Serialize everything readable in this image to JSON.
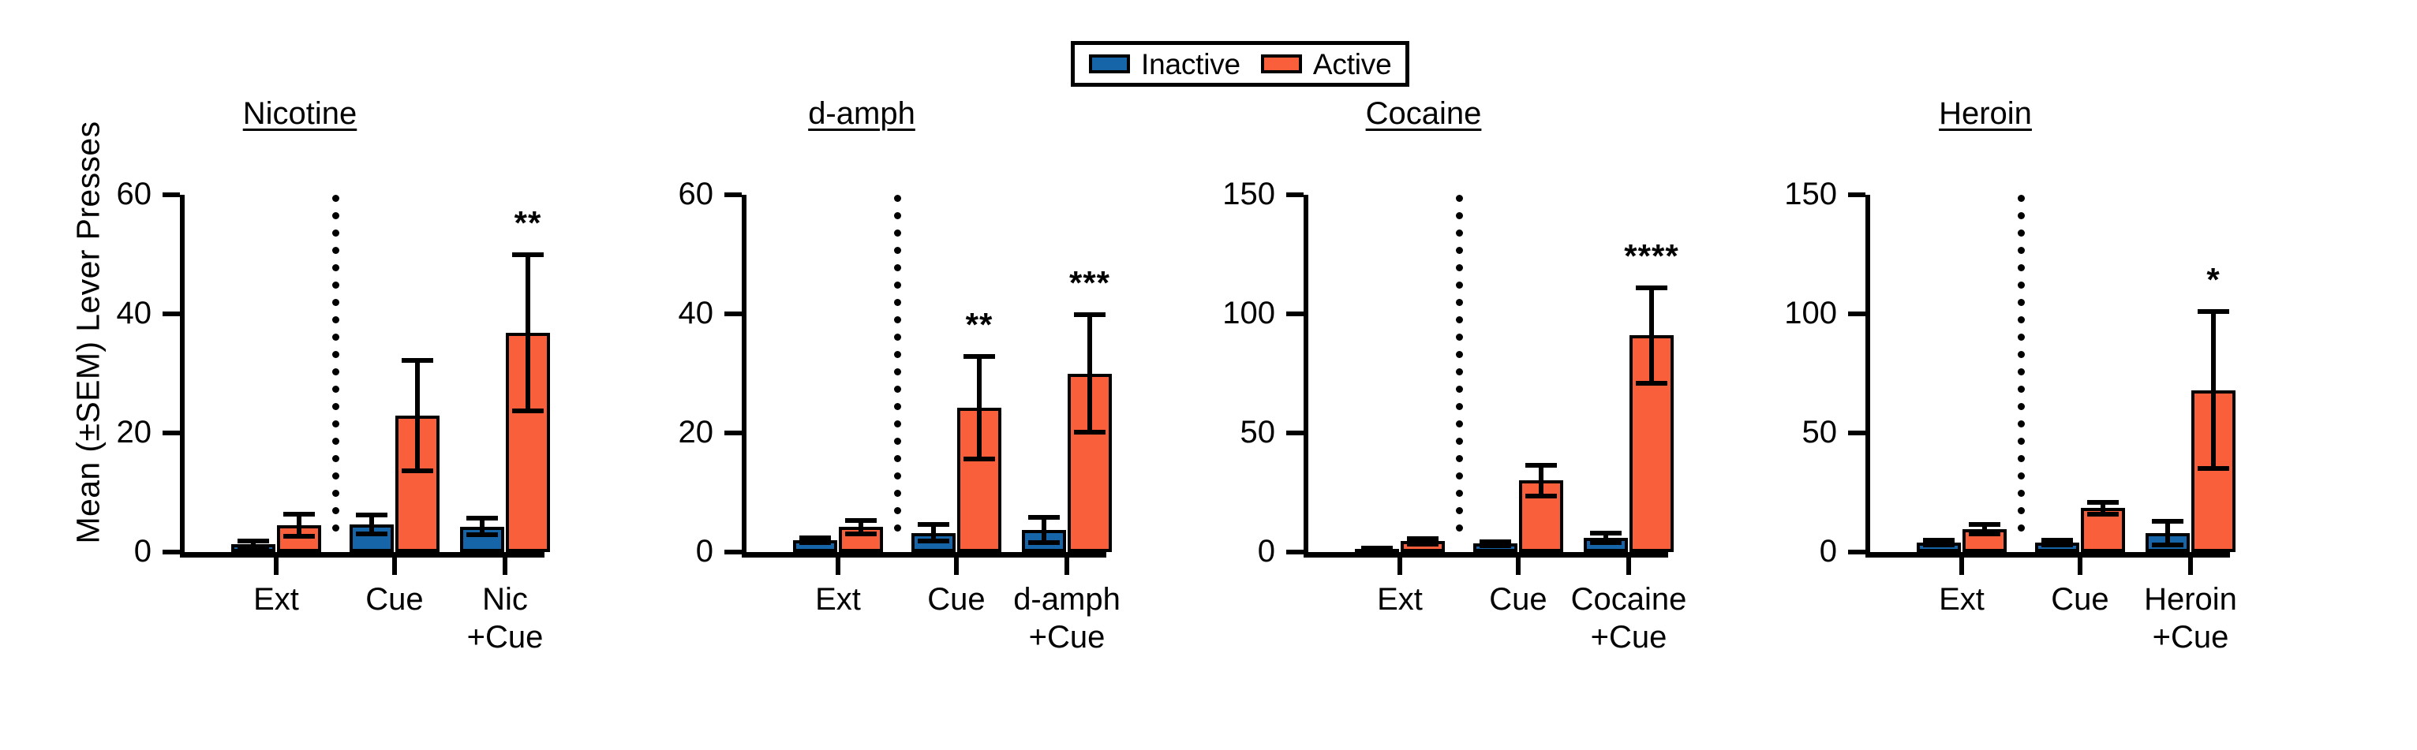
{
  "figure": {
    "ylabel": "Mean (±SEM) Lever Presses",
    "legend": {
      "position": "top-center",
      "entries": [
        {
          "label": "Inactive",
          "color": "#1565A8",
          "name": "inactive"
        },
        {
          "label": "Active",
          "color": "#FA5F3C",
          "name": "active"
        }
      ]
    }
  },
  "chart_data": {
    "type": "bar",
    "title": "",
    "xlabel": "",
    "ylabel": "Mean (±SEM) Lever Presses",
    "grid": false,
    "legend_position": "top-center",
    "error_bars": "SEM",
    "series_names": [
      "Inactive",
      "Active"
    ],
    "series_colors": [
      "#1565A8",
      "#FA5F3C"
    ],
    "panels": [
      {
        "title": "Nicotine",
        "categories": [
          "Ext",
          "Cue",
          "Nic\n+Cue"
        ],
        "category_labels": [
          [
            "Ext"
          ],
          [
            "Cue"
          ],
          [
            "Nic",
            "+Cue"
          ]
        ],
        "ylim": [
          0,
          60
        ],
        "yticks": [
          0,
          20,
          40,
          60
        ],
        "ytick_labels": [
          "0",
          "20",
          "40",
          "60"
        ],
        "divider_after": 0,
        "series": [
          {
            "name": "Inactive",
            "values": [
              1.3,
              4.6,
              4.3
            ],
            "errors": [
              1.0,
              2.0,
              1.8
            ]
          },
          {
            "name": "Active",
            "values": [
              4.5,
              22.9,
              36.8
            ],
            "errors": [
              2.2,
              9.7,
              13.5
            ]
          }
        ],
        "significance": [
          {
            "group": 2,
            "series": "Active",
            "marker": "**"
          }
        ]
      },
      {
        "title": "d-amph",
        "categories": [
          "Ext",
          "Cue",
          "d-amph\n+Cue"
        ],
        "category_labels": [
          [
            "Ext"
          ],
          [
            "Cue"
          ],
          [
            "d-amph",
            "+Cue"
          ]
        ],
        "ylim": [
          0,
          60
        ],
        "yticks": [
          0,
          20,
          40,
          60
        ],
        "ytick_labels": [
          "0",
          "20",
          "40",
          "60"
        ],
        "divider_after": 0,
        "series": [
          {
            "name": "Inactive",
            "values": [
              2.0,
              3.2,
              3.7
            ],
            "errors": [
              0.8,
              1.8,
              2.5
            ]
          },
          {
            "name": "Active",
            "values": [
              4.2,
              24.2,
              30.0
            ],
            "errors": [
              1.5,
              9.0,
              10.2
            ]
          }
        ],
        "significance": [
          {
            "group": 1,
            "series": "Active",
            "marker": "**"
          },
          {
            "group": 2,
            "series": "Active",
            "marker": "***"
          }
        ]
      },
      {
        "title": "Cocaine",
        "categories": [
          "Ext",
          "Cue",
          "Cocaine\n+Cue"
        ],
        "category_labels": [
          [
            "Ext"
          ],
          [
            "Cue"
          ],
          [
            "Cocaine",
            "+Cue"
          ]
        ],
        "ylim": [
          0,
          150
        ],
        "yticks": [
          0,
          50,
          100,
          150
        ],
        "ytick_labels": [
          "0",
          "50",
          "100",
          "150"
        ],
        "divider_after": 0,
        "series": [
          {
            "name": "Inactive",
            "values": [
              1.3,
              3.5,
              6.0
            ],
            "errors": [
              0.8,
              1.8,
              3.0
            ]
          },
          {
            "name": "Active",
            "values": [
              4.5,
              30.0,
              91.0
            ],
            "errors": [
              2.2,
              7.5,
              21.0
            ]
          }
        ],
        "significance": [
          {
            "group": 2,
            "series": "Active",
            "marker": "****"
          }
        ]
      },
      {
        "title": "Heroin",
        "categories": [
          "Ext",
          "Cue",
          "Heroin\n+Cue"
        ],
        "category_labels": [
          [
            "Ext"
          ],
          [
            "Cue"
          ],
          [
            "Heroin",
            "+Cue"
          ]
        ],
        "ylim": [
          0,
          150
        ],
        "yticks": [
          0,
          50,
          100,
          150
        ],
        "ytick_labels": [
          "0",
          "50",
          "100",
          "150"
        ],
        "divider_after": 0,
        "series": [
          {
            "name": "Inactive",
            "values": [
              4.0,
              4.0,
              8.0
            ],
            "errors": [
              2.0,
              2.0,
              6.0
            ]
          },
          {
            "name": "Active",
            "values": [
              9.5,
              18.5,
              68.0
            ],
            "errors": [
              3.0,
              3.5,
              34.0
            ]
          }
        ],
        "significance": [
          {
            "group": 2,
            "series": "Active",
            "marker": "*"
          }
        ]
      }
    ]
  }
}
